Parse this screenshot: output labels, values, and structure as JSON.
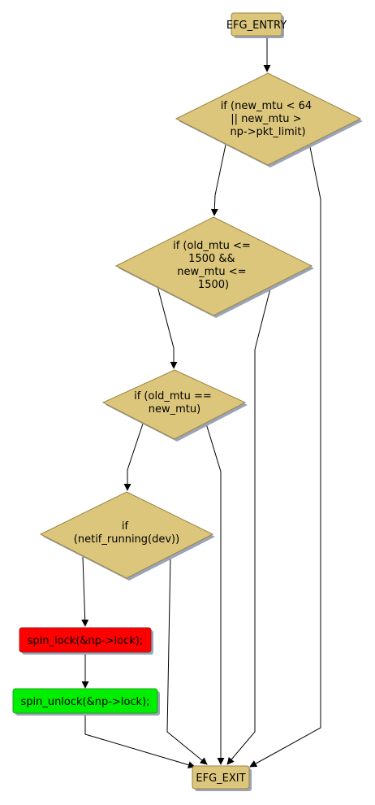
{
  "diagram": {
    "colors": {
      "node_fill": "#dcc67c",
      "node_stroke": "#9a8446",
      "shadow": "#9aa4b8",
      "edge": "#000000",
      "lock_fill": "#ff0000",
      "unlock_fill": "#00ee00"
    },
    "nodes": {
      "entry": {
        "lines": [
          "EFG_ENTRY"
        ]
      },
      "cond_mtu_range": {
        "lines": [
          "if (new_mtu < 64",
          "|| new_mtu >",
          "np->pkt_limit)"
        ]
      },
      "cond_old_new_1500": {
        "lines": [
          "if (old_mtu <=",
          "1500 &&",
          "new_mtu <=",
          "1500)"
        ]
      },
      "cond_mtu_equal": {
        "lines": [
          "if (old_mtu ==",
          "new_mtu)"
        ]
      },
      "cond_netif_running": {
        "lines": [
          "if",
          "(netif_running(dev))"
        ]
      },
      "spin_lock": {
        "lines": [
          "spin_lock(&np->lock);"
        ]
      },
      "spin_unlock": {
        "lines": [
          "spin_unlock(&np->lock);"
        ]
      },
      "exit": {
        "lines": [
          "EFG_EXIT"
        ]
      }
    }
  }
}
